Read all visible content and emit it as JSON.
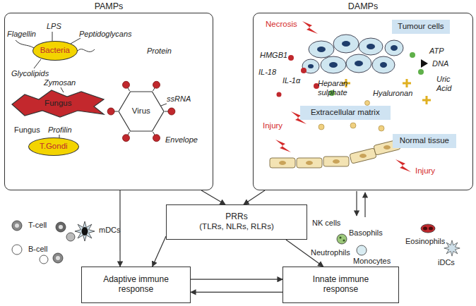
{
  "diagram": {
    "nodes": [
      {
        "text": [
          "PAMPs"
        ]
      },
      {
        "text": [
          "Bacteria"
        ],
        "in": 0
      },
      {
        "text": [
          "Fungus"
        ],
        "in": 0
      },
      {
        "text": [
          "Virus"
        ],
        "in": 0
      },
      {
        "text": [
          "T.Gondi"
        ],
        "in": 0
      },
      {
        "text": [
          "DAMPs"
        ]
      },
      {
        "text": [
          "Tumour cells"
        ],
        "in": 5
      },
      {
        "text": [
          "Extracellular matrix"
        ],
        "in": 5
      },
      {
        "text": [
          "Normal tissue"
        ],
        "in": 5
      },
      {
        "text": [
          "PRRs",
          "(TLRs, NLRs, RLRs)"
        ]
      },
      {
        "text": [
          "Adaptive immune response"
        ]
      },
      {
        "text": [
          "Innate immune response"
        ]
      }
    ],
    "edges": [
      {
        "from": 0,
        "to": 9,
        "arrow": "to"
      },
      {
        "from": 5,
        "to": 9,
        "arrow": "to"
      },
      {
        "from": 0,
        "to": 10,
        "arrow": "to"
      },
      {
        "from": 9,
        "to": 10,
        "arrow": "to"
      },
      {
        "from": 9,
        "to": 11,
        "arrow": "to"
      },
      {
        "from": 10,
        "to": 11,
        "arrow": "to"
      },
      {
        "from": 11,
        "to": 10,
        "arrow": "to"
      }
    ],
    "labels": [
      "Flagellin",
      "LPS",
      "Peptidoglycans",
      "Glycolipids",
      "Protein",
      "Zymosan",
      "Fungus",
      "Profilin",
      "ssRNA",
      "Envelope",
      "Necrosis",
      "HMGB1",
      "IL-18",
      "IL-1α",
      "ATP",
      "DNA",
      "Uric Acid",
      "Heparan sulphate",
      "Hyaluronan",
      "Injury",
      "Injury",
      "T-cell",
      "mDCs",
      "B-cell",
      "NK cells",
      "Basophils",
      "Eosinophils",
      "Neutrophils",
      "Monocytes",
      "iDCs"
    ]
  }
}
